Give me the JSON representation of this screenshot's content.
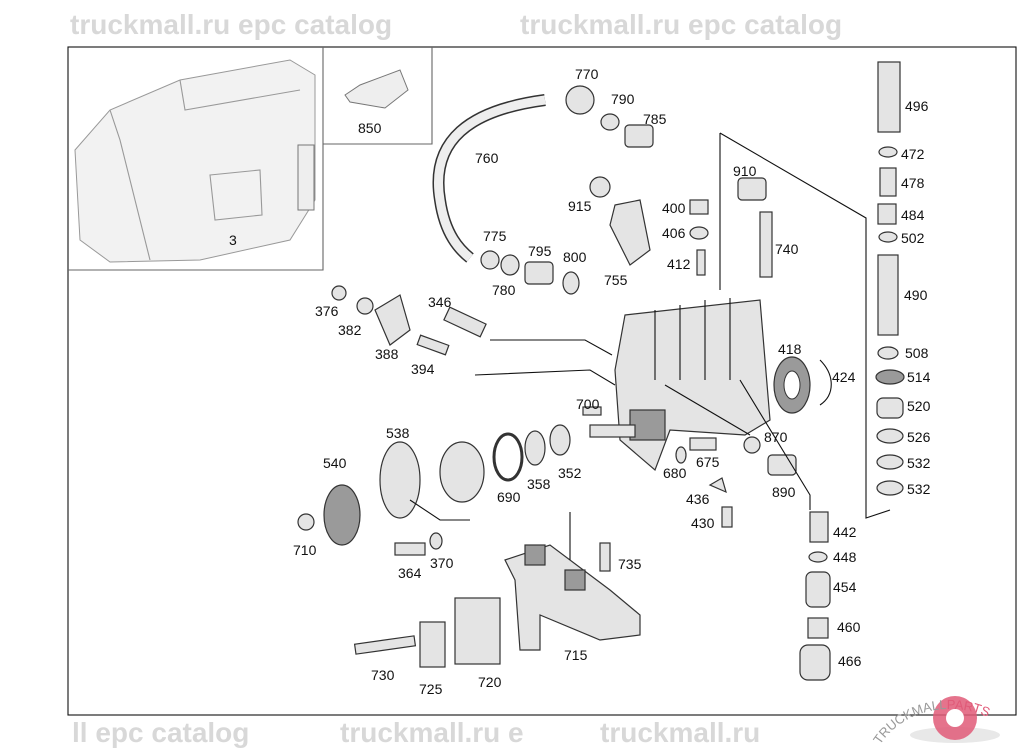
{
  "watermark": {
    "text_1": "truckmall.ru epc catalog",
    "text_2": "ll epc catalog",
    "text_3": "truckmall.ru epc catalog",
    "text_4": "truckmall.ru e",
    "text_5": "truckmall.ru"
  },
  "logo": {
    "text": "TRUCKMALLPARTS",
    "brand_color": "#e05a78"
  },
  "inset": {
    "label": "3",
    "sub_label": "850"
  },
  "parts": [
    "770",
    "790",
    "785",
    "760",
    "915",
    "400",
    "406",
    "910",
    "740",
    "775",
    "795",
    "800",
    "780",
    "755",
    "412",
    "376",
    "382",
    "388",
    "346",
    "394",
    "418",
    "424",
    "700",
    "870",
    "680",
    "675",
    "890",
    "436",
    "430",
    "538",
    "540",
    "690",
    "358",
    "352",
    "710",
    "364",
    "370",
    "735",
    "715",
    "730",
    "725",
    "720",
    "496",
    "472",
    "478",
    "484",
    "502",
    "490",
    "508",
    "514",
    "520",
    "526",
    "532",
    "532",
    "442",
    "448",
    "454",
    "460",
    "466"
  ]
}
